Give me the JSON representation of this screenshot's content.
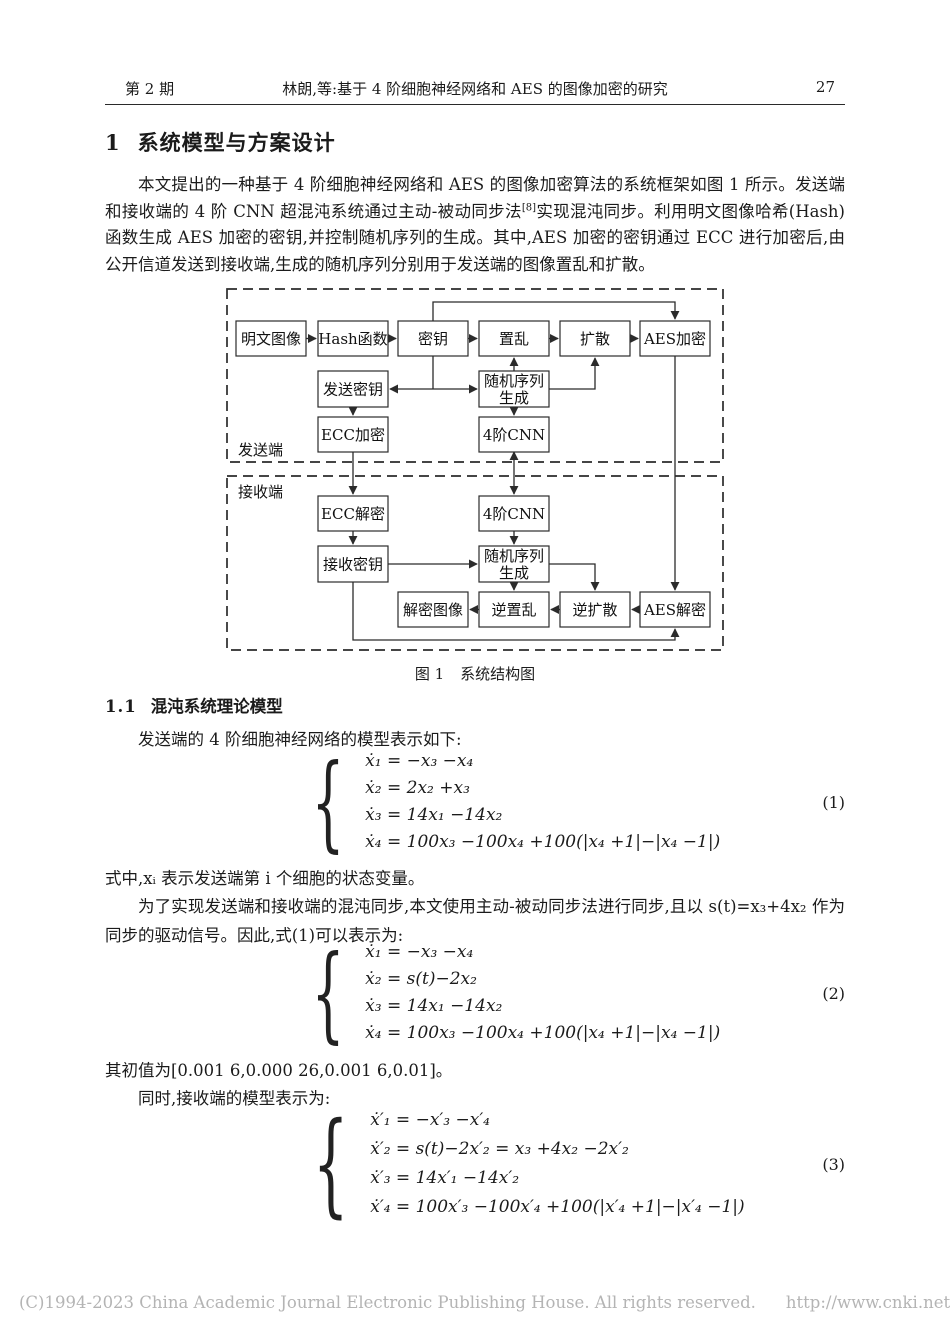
{
  "header": {
    "issue_label": "第 2 期",
    "running_title": "林朗,等:基于 4 阶细胞神经网络和 AES 的图像加密的研究",
    "page_number": "27"
  },
  "section1": {
    "number": "1",
    "title": "系统模型与方案设计"
  },
  "intro": {
    "before_ref": "本文提出的一种基于 4 阶细胞神经网络和 AES 的图像加密算法的系统框架如图 1 所示。发送端和接收端的 4 阶 CNN 超混沌系统通过主动-被动同步法",
    "ref_sup": "[8]",
    "after_ref": "实现混沌同步。利用明文图像哈希(Hash)函数生成 AES 加密的密钥,并控制随机序列的生成。其中,AES 加密的密钥通过 ECC 进行加密后,由公开信道发送到接收端,生成的随机序列分别用于发送端的图像置乱和扩散。"
  },
  "figure": {
    "sender_label": "发送端",
    "receiver_label": "接收端",
    "boxes": {
      "plain_image": "明文图像",
      "hash": "Hash函数",
      "key": "密钥",
      "scramble": "置乱",
      "diffuse": "扩散",
      "aes_encrypt": "AES加密",
      "send_key": "发送密钥",
      "rand_seq_line1": "随机序列",
      "rand_seq_line2": "生成",
      "ecc_encrypt": "ECC加密",
      "cnn_sender": "4阶CNN",
      "ecc_decrypt": "ECC解密",
      "cnn_receiver": "4阶CNN",
      "recv_key": "接收密钥",
      "rand_seq2_line1": "随机序列",
      "rand_seq2_line2": "生成",
      "decrypt_image": "解密图像",
      "inv_scramble": "逆置乱",
      "inv_diffuse": "逆扩散",
      "aes_decrypt": "AES解密"
    },
    "caption_label": "图 1",
    "caption_title": "系统结构图"
  },
  "section11": {
    "number": "1.1",
    "title": "混沌系统理论模型"
  },
  "model_intro": "发送端的 4 阶细胞神经网络的模型表示如下:",
  "math_brace": "{",
  "eq1": {
    "lines": [
      "ẋ₁ = −x₃ −x₄",
      "ẋ₂ = 2x₂ +x₃",
      "ẋ₃ = 14x₁ −14x₂",
      "ẋ₄ = 100x₃ −100x₄ +100(|x₄ +1|−|x₄ −1|)"
    ],
    "number": "(1)"
  },
  "after_eq1": "式中,xᵢ 表示发送端第 i 个细胞的状态变量。",
  "sync_para": "为了实现发送端和接收端的混沌同步,本文使用主动-被动同步法进行同步,且以 s(t)=x₃+4x₂ 作为同步的驱动信号。因此,式(1)可以表示为:",
  "eq2": {
    "lines": [
      "ẋ₁ = −x₃ −x₄",
      "ẋ₂ = s(t)−2x₂",
      "ẋ₃ = 14x₁ −14x₂",
      "ẋ₄ = 100x₃ −100x₄ +100(|x₄ +1|−|x₄ −1|)"
    ],
    "number": "(2)"
  },
  "init_values": "其初值为[0.001 6,0.000 26,0.001 6,0.01]。",
  "receiver_intro": "同时,接收端的模型表示为:",
  "eq3": {
    "lines": [
      "ẋ′₁ = −x′₃ −x′₄",
      "ẋ′₂ = s(t)−2x′₂ = x₃ +4x₂ −2x′₂",
      "ẋ′₃ = 14x′₁ −14x′₂",
      "ẋ′₄ = 100x′₃ −100x′₄ +100(|x′₄ +1|−|x′₄ −1|)"
    ],
    "number": "(3)"
  },
  "footer": {
    "copyright": "(C)1994-2023 China Academic Journal Electronic Publishing House. All rights reserved.",
    "url": "http://www.cnki.net"
  }
}
